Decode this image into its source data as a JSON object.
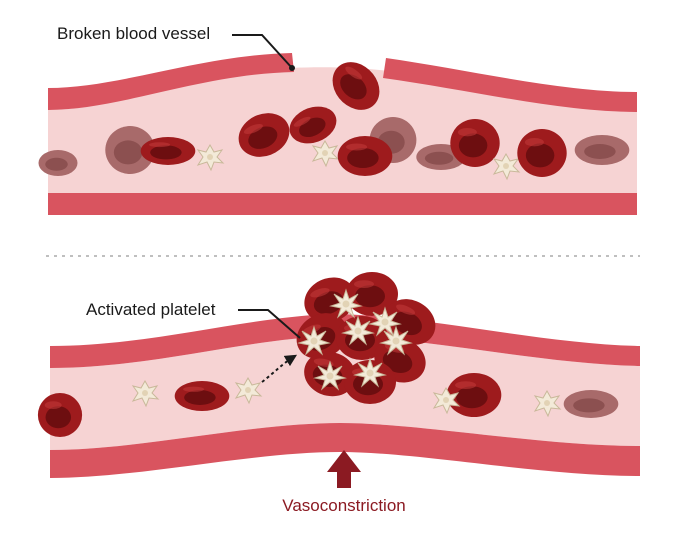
{
  "labels": {
    "broken_vessel": "Broken blood vessel",
    "activated_platelet": "Activated platelet",
    "vasoconstriction": "Vasoconstriction"
  },
  "colors": {
    "vessel_wall": "#d9545f",
    "vessel_lumen": "#f6d3d3",
    "rbc_fill": "#9e1b1d",
    "rbc_center": "#6d0e10",
    "rbc_faded": "#a86a6a",
    "platelet": "#f3ead8",
    "platelet_outline": "#c9b89a",
    "arrow": "#8b1a22",
    "separator": "#bfbfbf"
  },
  "icons": {
    "red_blood_cell": "rbc-icon",
    "platelet": "platelet-icon",
    "activated_platelet": "activated-platelet-icon"
  }
}
